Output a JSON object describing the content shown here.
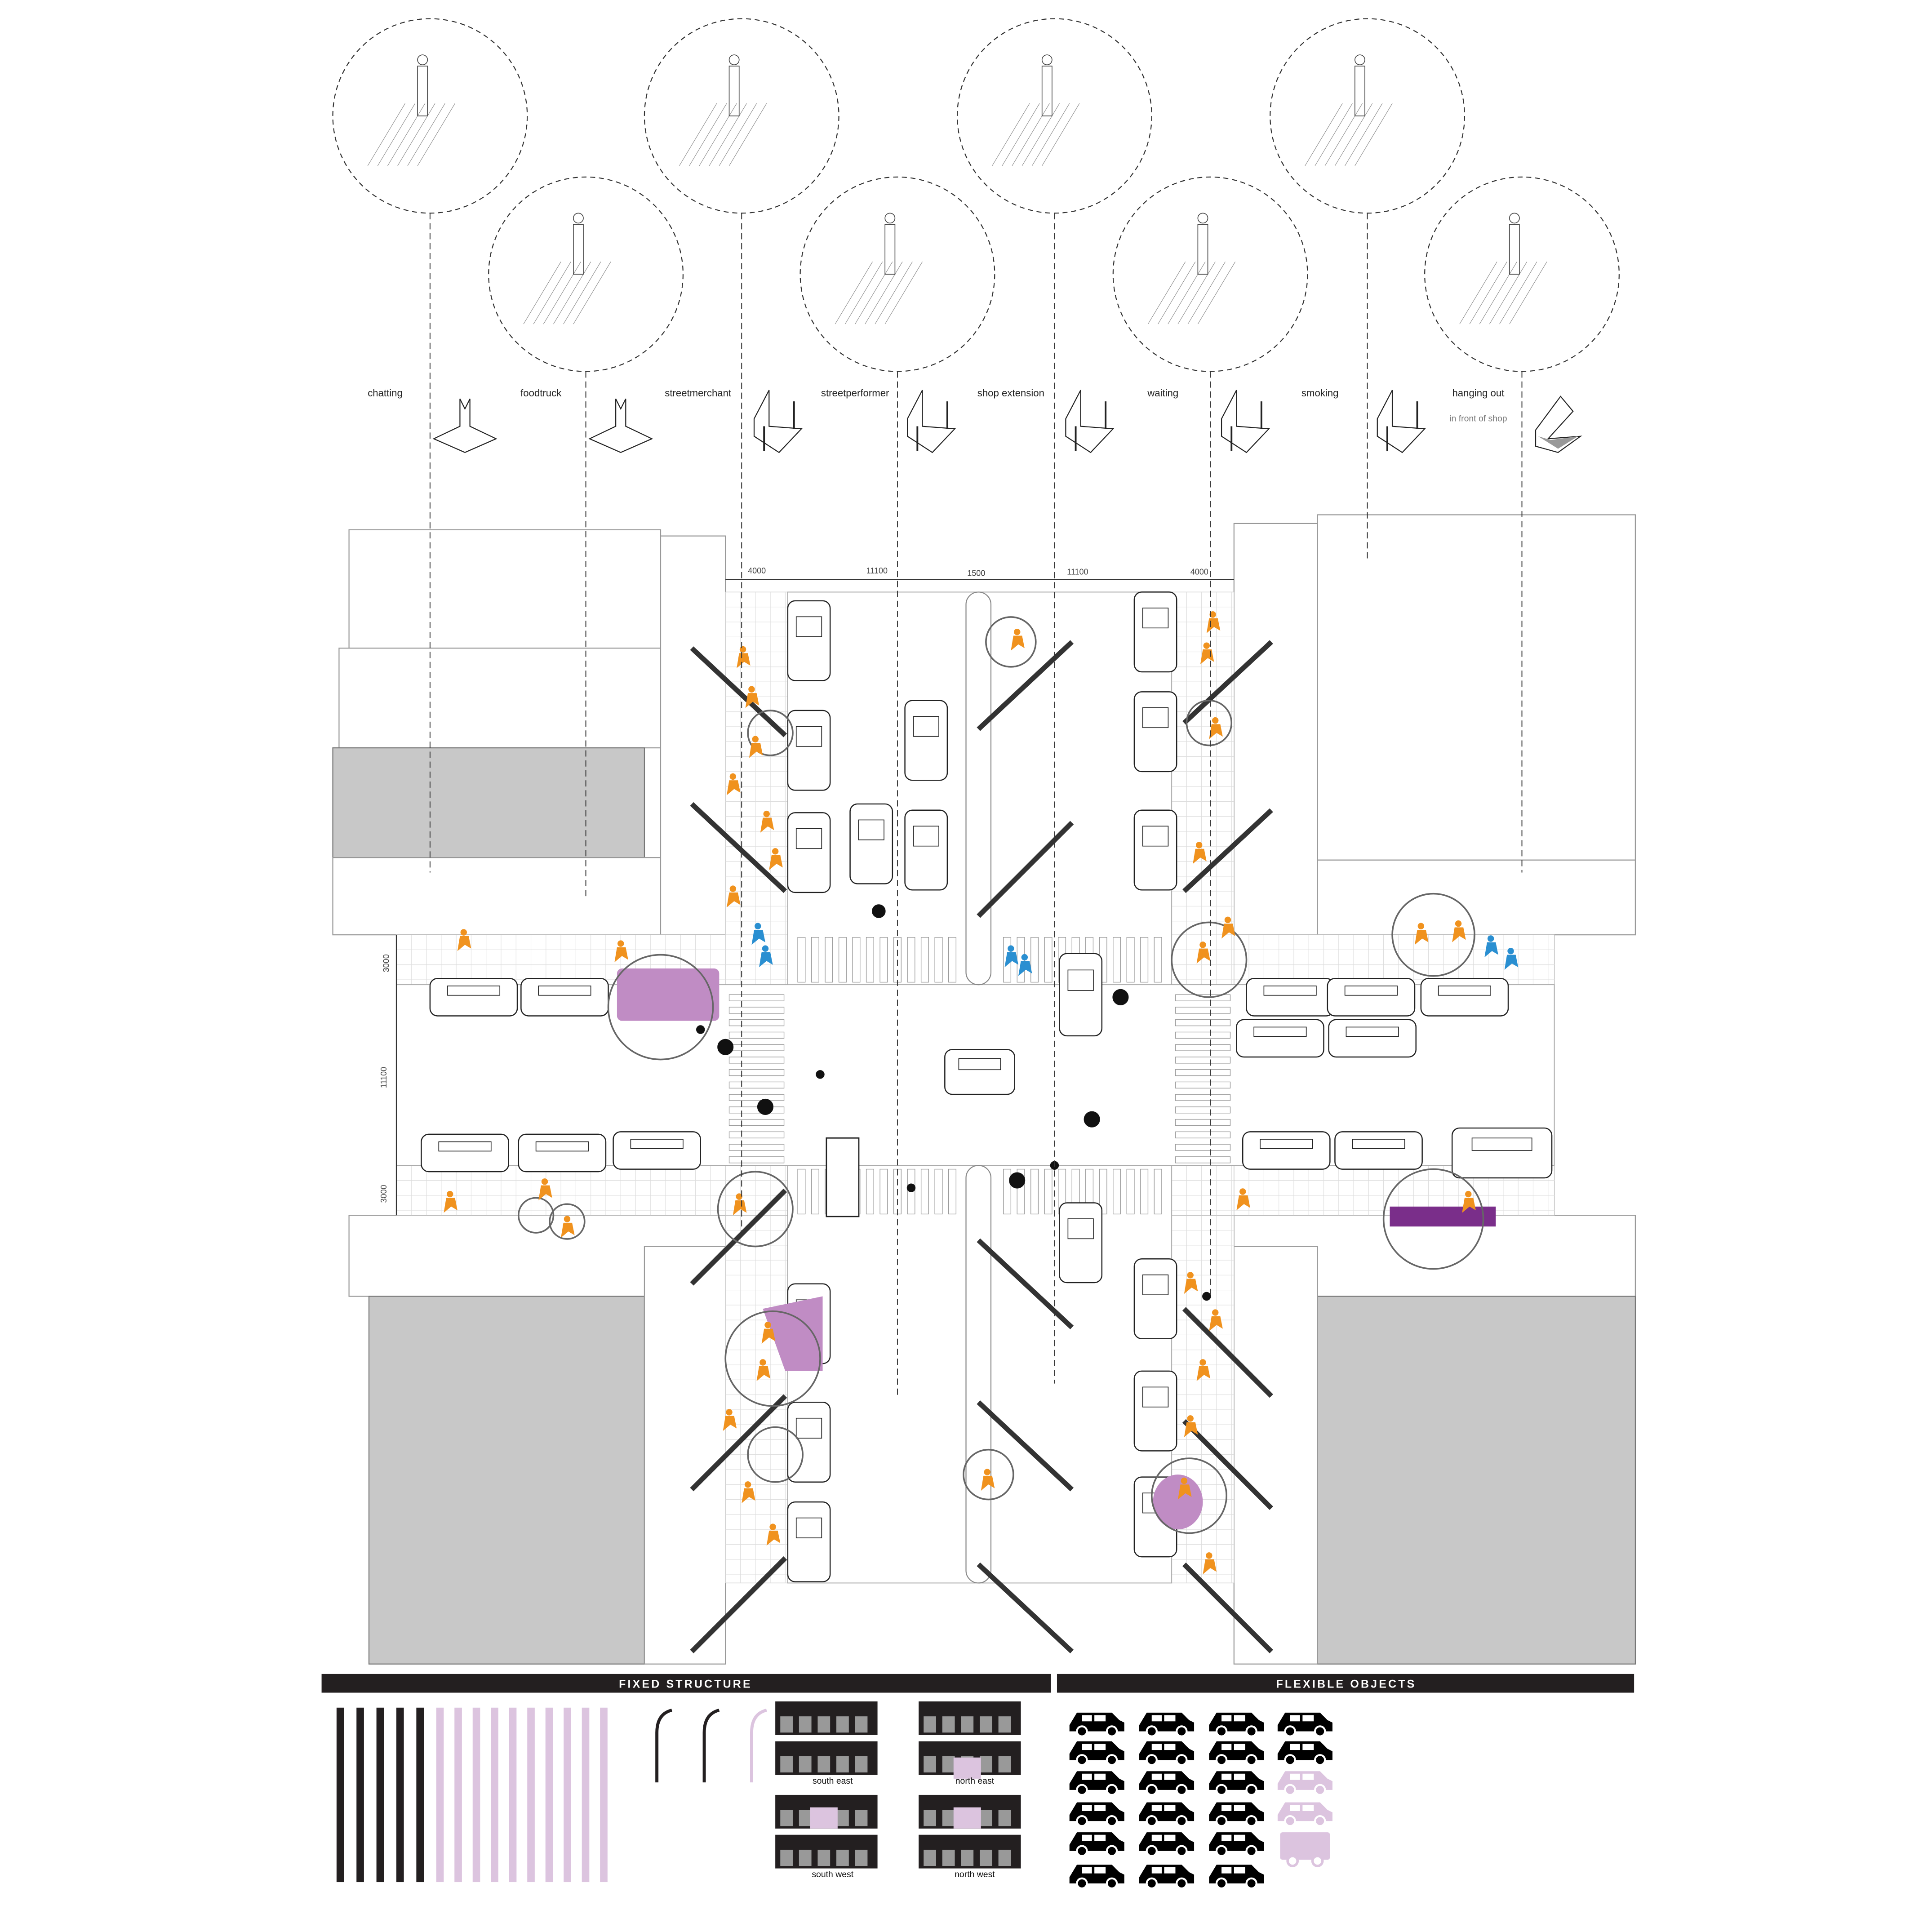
{
  "activities": [
    {
      "label": "chatting"
    },
    {
      "label": "foodtruck"
    },
    {
      "label": "streetmerchant"
    },
    {
      "label": "streetperformer"
    },
    {
      "label": "shop extension"
    },
    {
      "label": "waiting"
    },
    {
      "label": "smoking"
    },
    {
      "label": "hanging out",
      "sublabel": "in front of shop"
    }
  ],
  "dimensions": {
    "top": [
      "4000",
      "11100",
      "1500",
      "11100",
      "4000"
    ],
    "left": [
      "3000",
      "11100",
      "3000"
    ]
  },
  "legend": {
    "fixed_title": "FIXED STRUCTURE",
    "flexible_title": "FLEXIBLE OBJECTS",
    "poles": {
      "black": 5,
      "pink": 10
    },
    "lamps": [
      "black",
      "black",
      "pink"
    ],
    "facades": [
      "south east",
      "north east",
      "south west",
      "north west"
    ],
    "vehicles": [
      [
        "black",
        "black",
        "black",
        "black"
      ],
      [
        "black",
        "black",
        "black",
        "black"
      ],
      [
        "black",
        "black",
        "black",
        "pink"
      ],
      [
        "black",
        "black",
        "black",
        "pink"
      ],
      [
        "black",
        "black",
        "black",
        "truck-pink"
      ],
      [
        "black",
        "black",
        "black",
        ""
      ]
    ]
  },
  "colors": {
    "people": "#f0921e",
    "waiting_people": "#2a8fd1",
    "flexible": "#c08cc4",
    "flexible_dark": "#7a2e8a",
    "legend_pink": "#dcc4df",
    "dark": "#231f20",
    "building_gray": "#c8c8c8"
  }
}
